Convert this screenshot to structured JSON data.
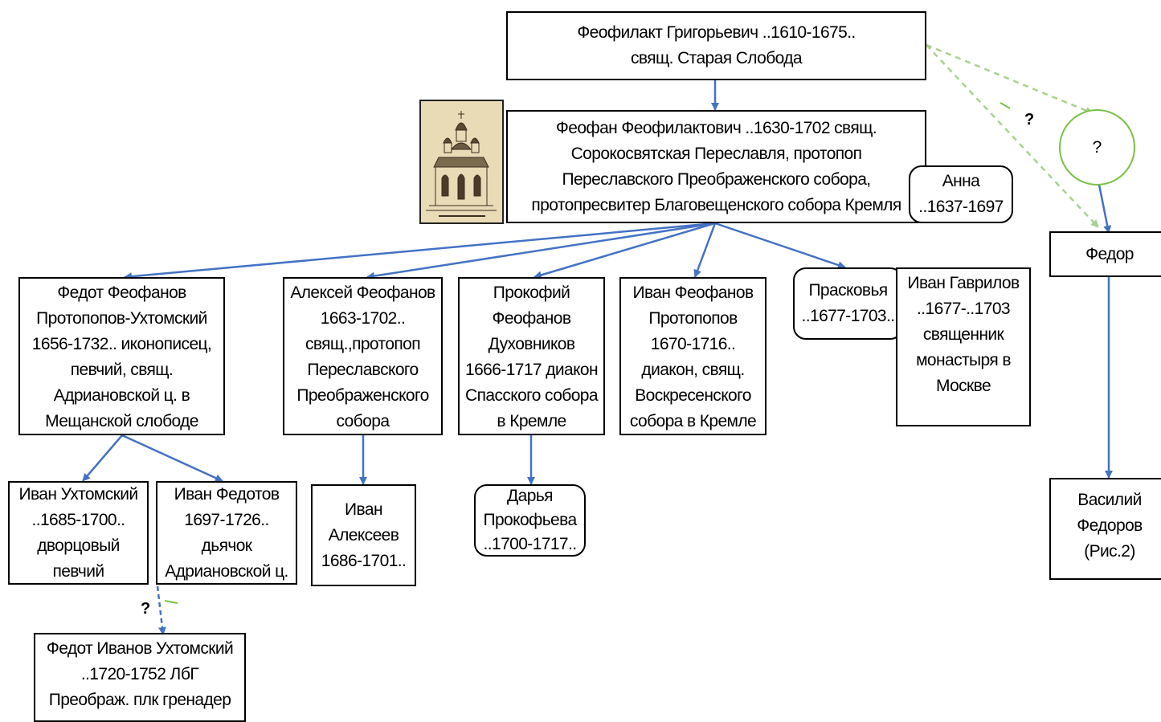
{
  "nodes": {
    "feofilakt": "Феофилакт Григорьевич ..1610-1675..\nсвящ.  Старая Слобода",
    "feofan": "Феофан Феофилактович ..1630-1702 свящ.\nСорокосвятская Переславля, протопоп\nПереславского Преображенского собора,\nпротопресвитер Благовещенского собора Кремля",
    "anna": "Анна\n..1637-1697",
    "unknown": "?",
    "fedor": "Федор",
    "fedot": "Федот Феофанов\nПротопопов-Ухтомский\n1656-1732.. иконописец,\nпевчий, свящ.\nАдриановской ц. в\nМещанской слободе",
    "aleksei": "Алексей Феофанов\n1663-1702..\nсвящ.,протопоп\nПереславского\nПреображенского\nсобора",
    "prokofii": "Прокофий\nФеофанов\nДуховников\n1666-1717 диакон\nСпасского собора\nв Кремле",
    "ivan_feofanov": "Иван Феофанов\nПротопопов\n1670-1716..\nдиакон, свящ.\nВоскресенского\nсобора в Кремле",
    "praskovia": "Прасковья\n..1677-1703..",
    "ivan_gavrilov": "Иван Гаврилов\n..1677-..1703\nсвященник\nмонастыря в\nМоскве",
    "vasilii": "Василий\nФедоров\n(Рис.2)",
    "ivan_ukhtomsky": "Иван Ухтомский\n..1685-1700..\nдворцовый\nпевчий",
    "ivan_fedotov": "Иван Федотов\n1697-1726..\nдьячок\nАдриановской ц.",
    "ivan_alekseev": "Иван\nАлексеев\n1686-1701..",
    "daria": "Дарья\nПрокофьева\n..1700-1717..",
    "fedot_ivanov": "Федот Иванов Ухтомский\n..1720-1752 ЛбГ\nПреображ. плк гренадер"
  },
  "question_marks": [
    "?",
    "?"
  ],
  "icons": {
    "cathedral": "cathedral-engraving-icon"
  },
  "colors": {
    "edge": "#4472c4",
    "uncertain_edge": "#a9d18e",
    "uncertain_circle": "#7ac143",
    "border": "#000000"
  }
}
